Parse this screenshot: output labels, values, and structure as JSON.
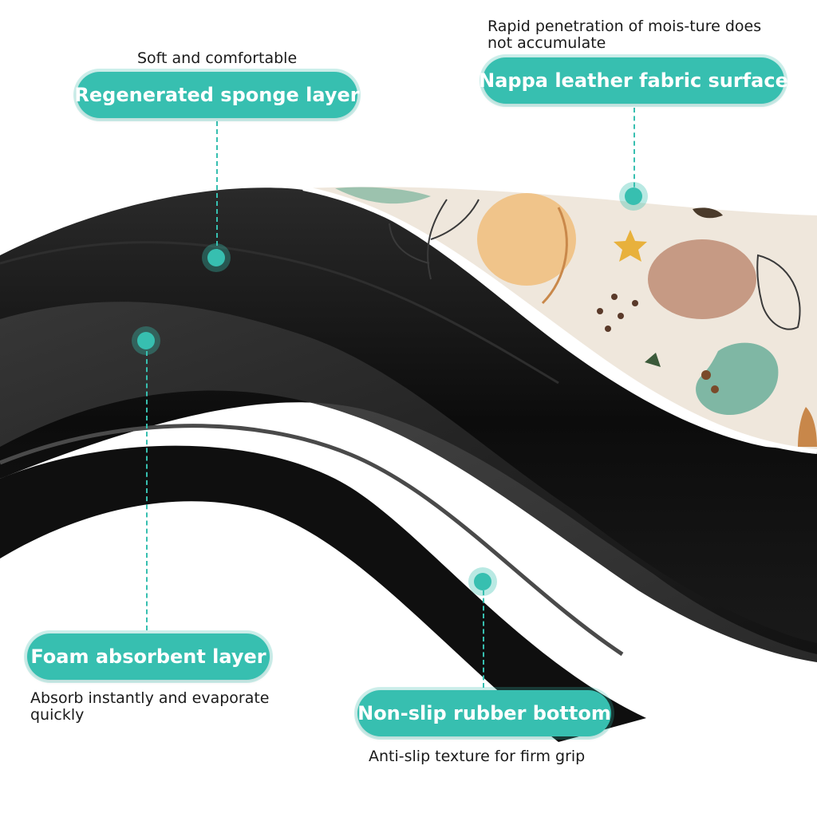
{
  "colors": {
    "accent": "#37bfb0",
    "rubber": "#101010",
    "fabric": "#efe7dc"
  },
  "labels": {
    "sponge": {
      "title": "Regenerated sponge layer",
      "caption": "Soft and comfortable"
    },
    "nappa": {
      "title": "Nappa leather fabric surface",
      "caption": "Rapid penetration of mois-ture does not accumulate"
    },
    "foam": {
      "title": "Foam absorbent layer",
      "caption": "Absorb instantly and evaporate quickly"
    },
    "rubber": {
      "title": "Non-slip rubber bottom",
      "caption": "Anti-slip texture for firm grip"
    }
  }
}
